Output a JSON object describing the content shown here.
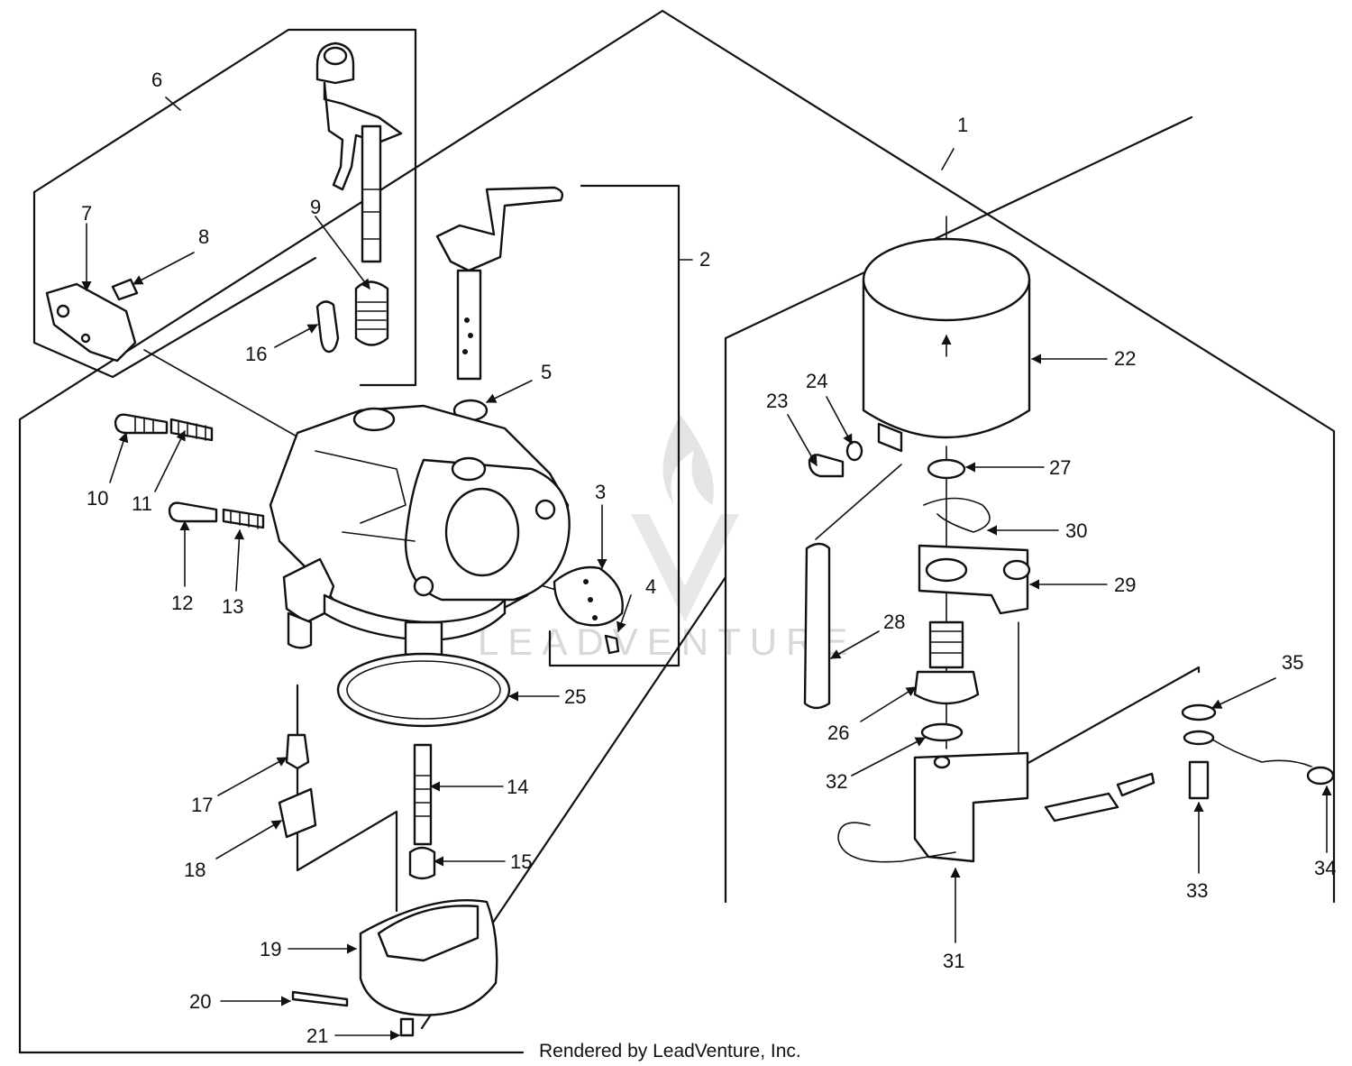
{
  "credit": "Rendered by LeadVenture, Inc.",
  "watermark": "LEADVENTURE",
  "callouts": [
    {
      "id": "c1",
      "text": "1"
    },
    {
      "id": "c2",
      "text": "2"
    },
    {
      "id": "c3",
      "text": "3"
    },
    {
      "id": "c4",
      "text": "4"
    },
    {
      "id": "c5",
      "text": "5"
    },
    {
      "id": "c6",
      "text": "6"
    },
    {
      "id": "c7",
      "text": "7"
    },
    {
      "id": "c8",
      "text": "8"
    },
    {
      "id": "c9",
      "text": "9"
    },
    {
      "id": "c10",
      "text": "10"
    },
    {
      "id": "c11",
      "text": "11"
    },
    {
      "id": "c12",
      "text": "12"
    },
    {
      "id": "c13",
      "text": "13"
    },
    {
      "id": "c14",
      "text": "14"
    },
    {
      "id": "c15",
      "text": "15"
    },
    {
      "id": "c16",
      "text": "16"
    },
    {
      "id": "c17",
      "text": "17"
    },
    {
      "id": "c18",
      "text": "18"
    },
    {
      "id": "c19",
      "text": "19"
    },
    {
      "id": "c20",
      "text": "20"
    },
    {
      "id": "c21",
      "text": "21"
    },
    {
      "id": "c22",
      "text": "22"
    },
    {
      "id": "c23",
      "text": "23"
    },
    {
      "id": "c24",
      "text": "24"
    },
    {
      "id": "c25",
      "text": "25"
    },
    {
      "id": "c26",
      "text": "26"
    },
    {
      "id": "c27",
      "text": "27"
    },
    {
      "id": "c28",
      "text": "28"
    },
    {
      "id": "c29",
      "text": "29"
    },
    {
      "id": "c30",
      "text": "30"
    },
    {
      "id": "c31",
      "text": "31"
    },
    {
      "id": "c32",
      "text": "32"
    },
    {
      "id": "c33",
      "text": "33"
    },
    {
      "id": "c34",
      "text": "34"
    },
    {
      "id": "c35",
      "text": "35"
    }
  ]
}
